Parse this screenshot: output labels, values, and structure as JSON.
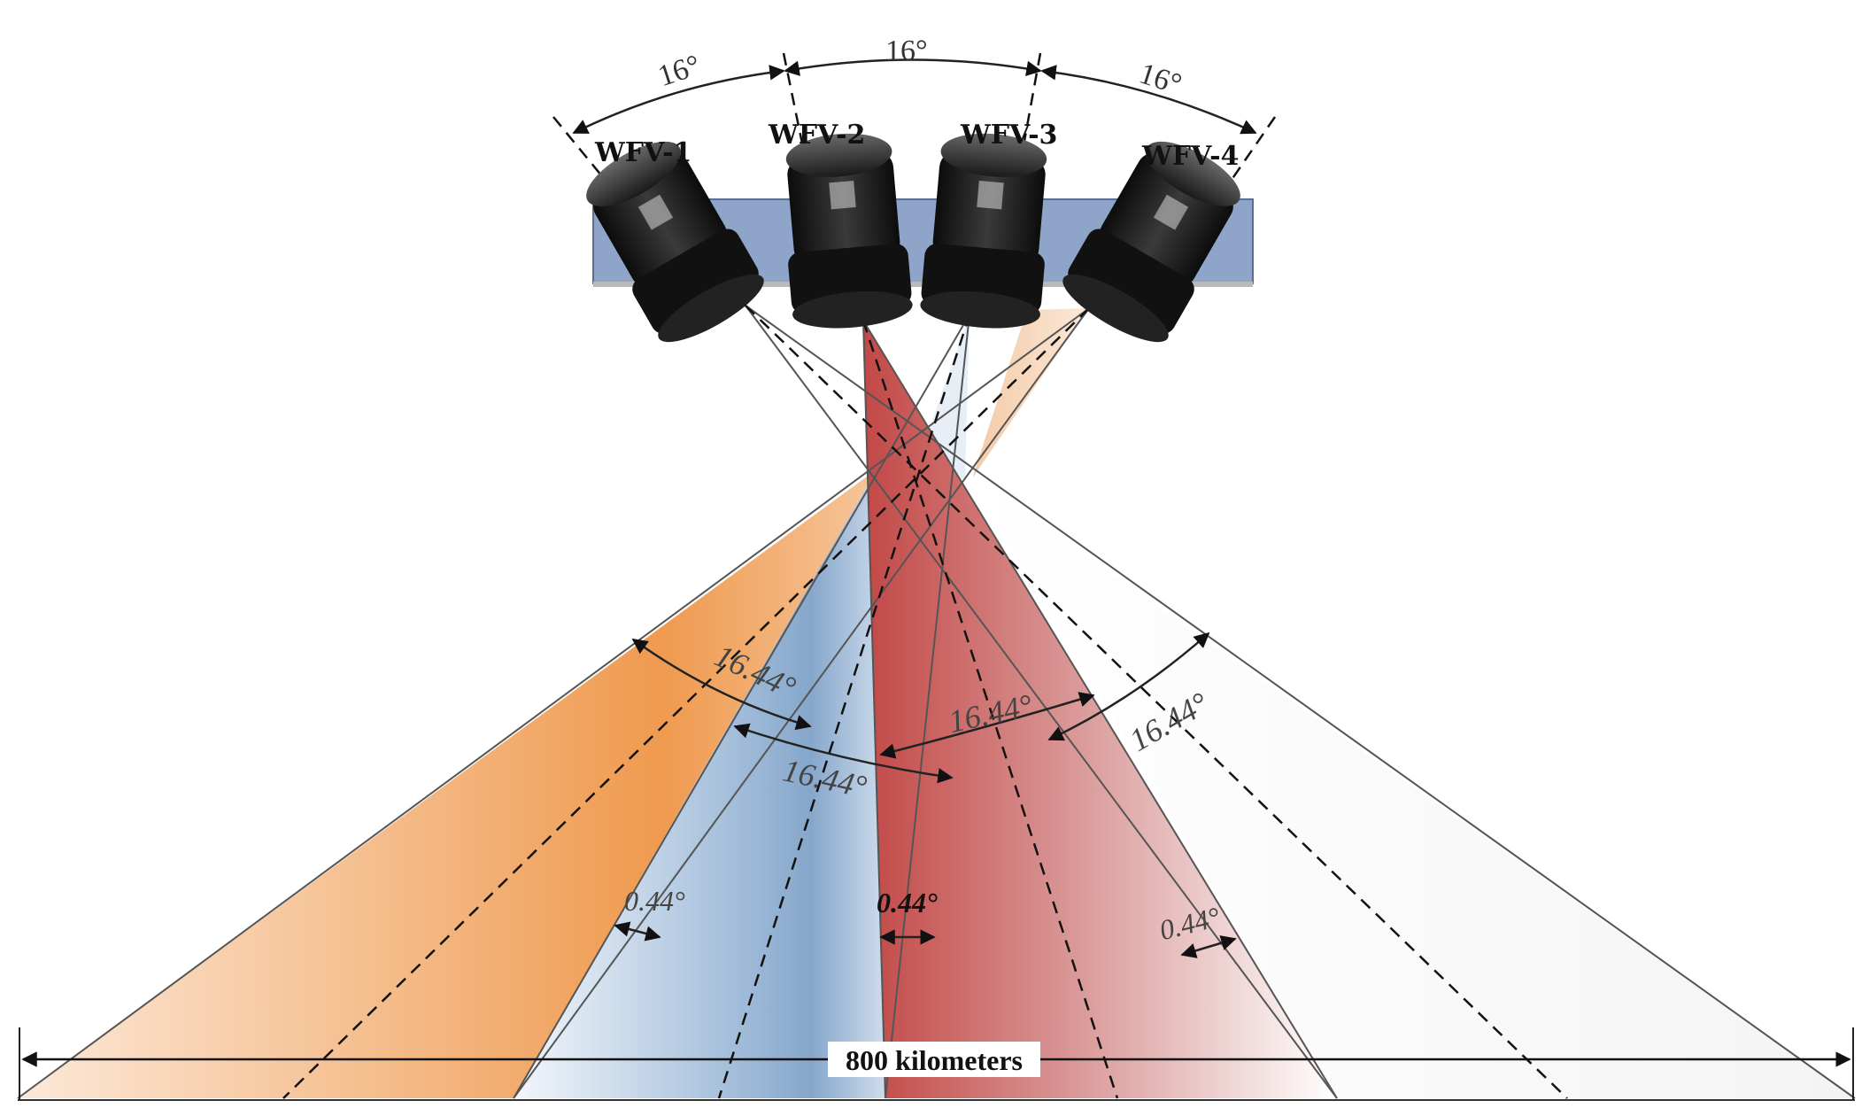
{
  "diagram": {
    "cameras": [
      {
        "id": "wfv1",
        "label": "WFV-1"
      },
      {
        "id": "wfv2",
        "label": "WFV-2"
      },
      {
        "id": "wfv3",
        "label": "WFV-3"
      },
      {
        "id": "wfv4",
        "label": "WFV-4"
      }
    ],
    "separation_angles": [
      "16°",
      "16°",
      "16°"
    ],
    "fov_angles": [
      "16.44°",
      "16.44°",
      "16.44°",
      "16.44°"
    ],
    "overlap_angles": [
      "0.44°",
      "0.44°",
      "0.44°"
    ],
    "swath_label": "800 kilometers",
    "colors": {
      "wfv1_fov": "#ef9a4f",
      "wfv2_fov": "#8fb0d2",
      "wfv3_fov": "#c9504f",
      "wfv4_fov": "#f6d4b6",
      "mount": "#8ea4c8",
      "camera": "#1c1c1c"
    }
  }
}
